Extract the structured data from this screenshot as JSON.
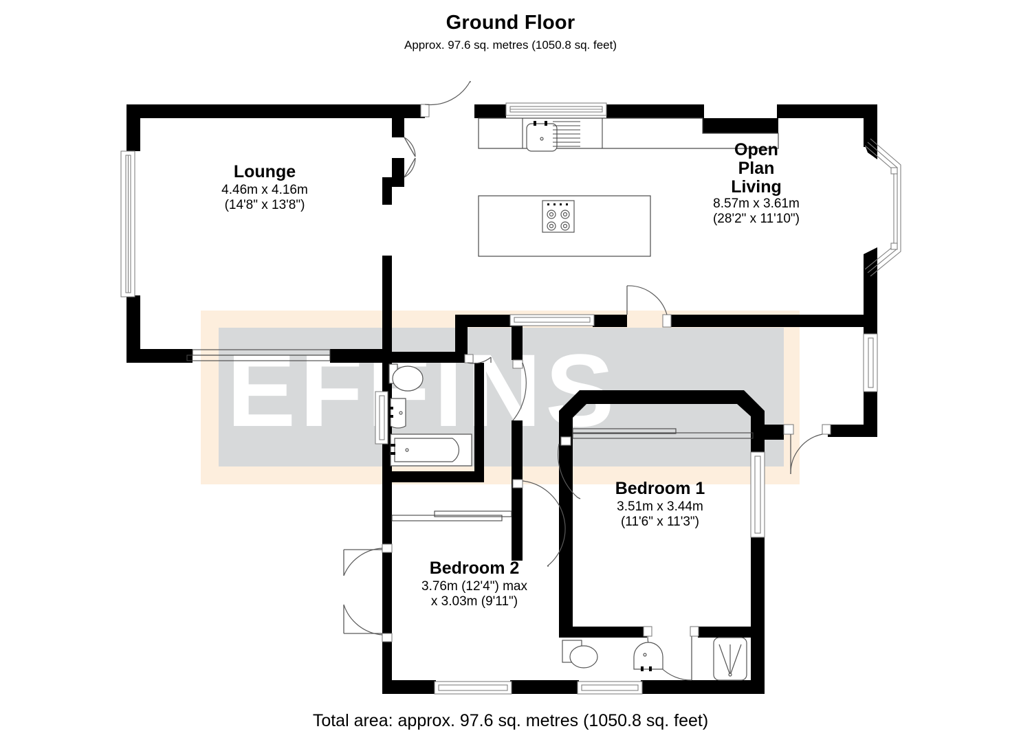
{
  "header": {
    "title": "Ground Floor",
    "subtitle": "Approx. 97.6 sq. metres (1050.8 sq. feet)"
  },
  "footer": {
    "total_area": "Total area: approx. 97.6 sq. metres (1050.8 sq. feet)"
  },
  "watermark": {
    "text": "EFFINS",
    "band_color": "#d7d9da",
    "backdrop_color": "#fdeedd",
    "text_color": "#ffffff"
  },
  "colors": {
    "wall": "#000000",
    "fixture_stroke": "#555555",
    "window_stroke": "#808080",
    "background": "#ffffff"
  },
  "rooms": [
    {
      "id": "lounge",
      "name": "Lounge",
      "dim_metric": "4.46m x 4.16m",
      "dim_imperial": "(14'8\" x 13'8\")",
      "name_lines": [
        "Lounge"
      ]
    },
    {
      "id": "open-plan-living",
      "name": "Open Plan Living",
      "dim_metric": "8.57m x 3.61m",
      "dim_imperial": "(28'2\" x 11'10\")",
      "name_lines": [
        "Open",
        "Plan",
        "Living"
      ]
    },
    {
      "id": "bedroom-1",
      "name": "Bedroom 1",
      "dim_metric": "3.51m x 3.44m",
      "dim_imperial": "(11'6\" x 11'3\")",
      "name_lines": [
        "Bedroom 1"
      ]
    },
    {
      "id": "bedroom-2",
      "name": "Bedroom 2",
      "dim_metric": "3.76m (12'4\") max",
      "dim_imperial": "x 3.03m (9'11\")",
      "name_lines": [
        "Bedroom 2"
      ]
    }
  ],
  "fixtures": [
    {
      "name": "kitchen-sink-icon",
      "room": "open-plan-living"
    },
    {
      "name": "kitchen-drainer-icon",
      "room": "open-plan-living"
    },
    {
      "name": "kitchen-island-icon",
      "room": "open-plan-living"
    },
    {
      "name": "hob-icon",
      "room": "open-plan-living"
    },
    {
      "name": "toilet-icon",
      "room": "bathroom"
    },
    {
      "name": "basin-icon",
      "room": "bathroom"
    },
    {
      "name": "bath-icon",
      "room": "bathroom"
    },
    {
      "name": "toilet-icon",
      "room": "ensuite"
    },
    {
      "name": "basin-icon",
      "room": "ensuite"
    },
    {
      "name": "shower-tray-icon",
      "room": "ensuite"
    }
  ]
}
